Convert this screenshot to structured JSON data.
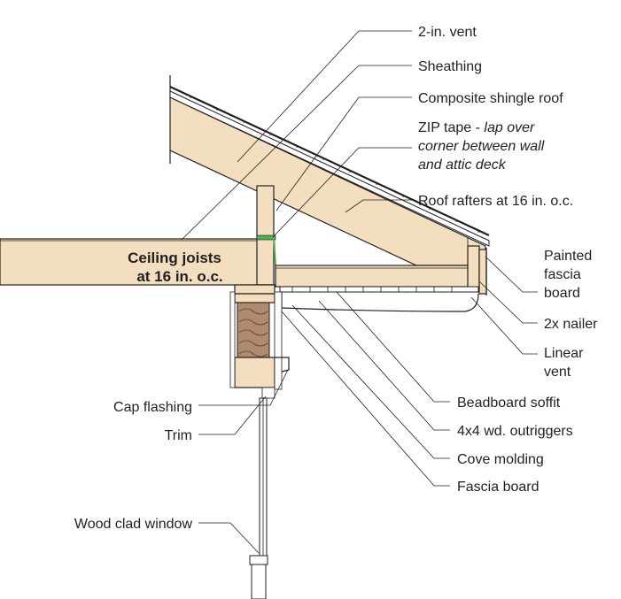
{
  "labels": {
    "vent": "2-in. vent",
    "sheathing": "Sheathing",
    "shingle": "Composite shingle roof",
    "zip_prefix": "ZIP tape - ",
    "zip_italic_1": "lap over",
    "zip_italic_2": "corner between wall",
    "zip_italic_3": "and attic deck",
    "rafters": "Roof rafters at 16 in. o.c.",
    "fascia_1": "Painted",
    "fascia_2": "fascia",
    "fascia_3": "board",
    "nailer": "2x nailer",
    "linear_1": "Linear",
    "linear_2": "vent",
    "beadboard": "Beadboard soffit",
    "outriggers": "4x4 wd. outriggers",
    "cove": "Cove molding",
    "fascia_board": "Fascia board",
    "cap": "Cap flashing",
    "trim": "Trim",
    "window": "Wood clad window",
    "joists_1": "Ceiling joists",
    "joists_2": "at 16 in. o.c."
  },
  "colors": {
    "wood": "#f3dfc0",
    "insulation": "#b08a6e",
    "tape": "#4caf50",
    "line": "#231f20"
  }
}
